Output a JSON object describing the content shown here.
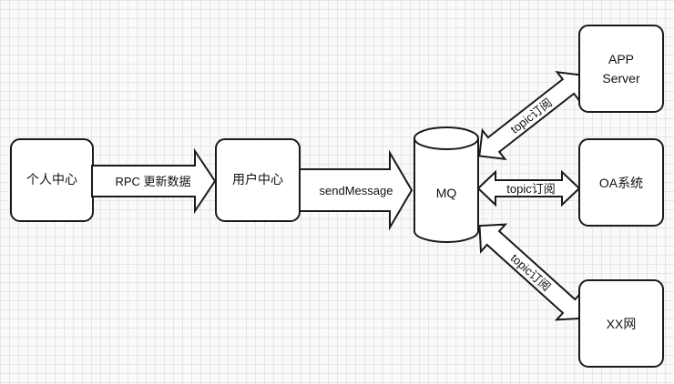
{
  "nodes": {
    "personal_center": "个人中心",
    "user_center": "用户中心",
    "mq": "MQ",
    "app_server_line1": "APP",
    "app_server_line2": "Server",
    "oa_system": "OA系统",
    "xx_site": "XX网"
  },
  "edges": {
    "rpc": "RPC 更新数据",
    "send": "sendMessage",
    "topic_app": "topic订阅",
    "topic_oa": "topic订阅",
    "topic_xx": "topic订阅"
  },
  "colors": {
    "stroke": "#1a1a1a",
    "fill": "#ffffff",
    "grid": "#e6e6e6"
  }
}
